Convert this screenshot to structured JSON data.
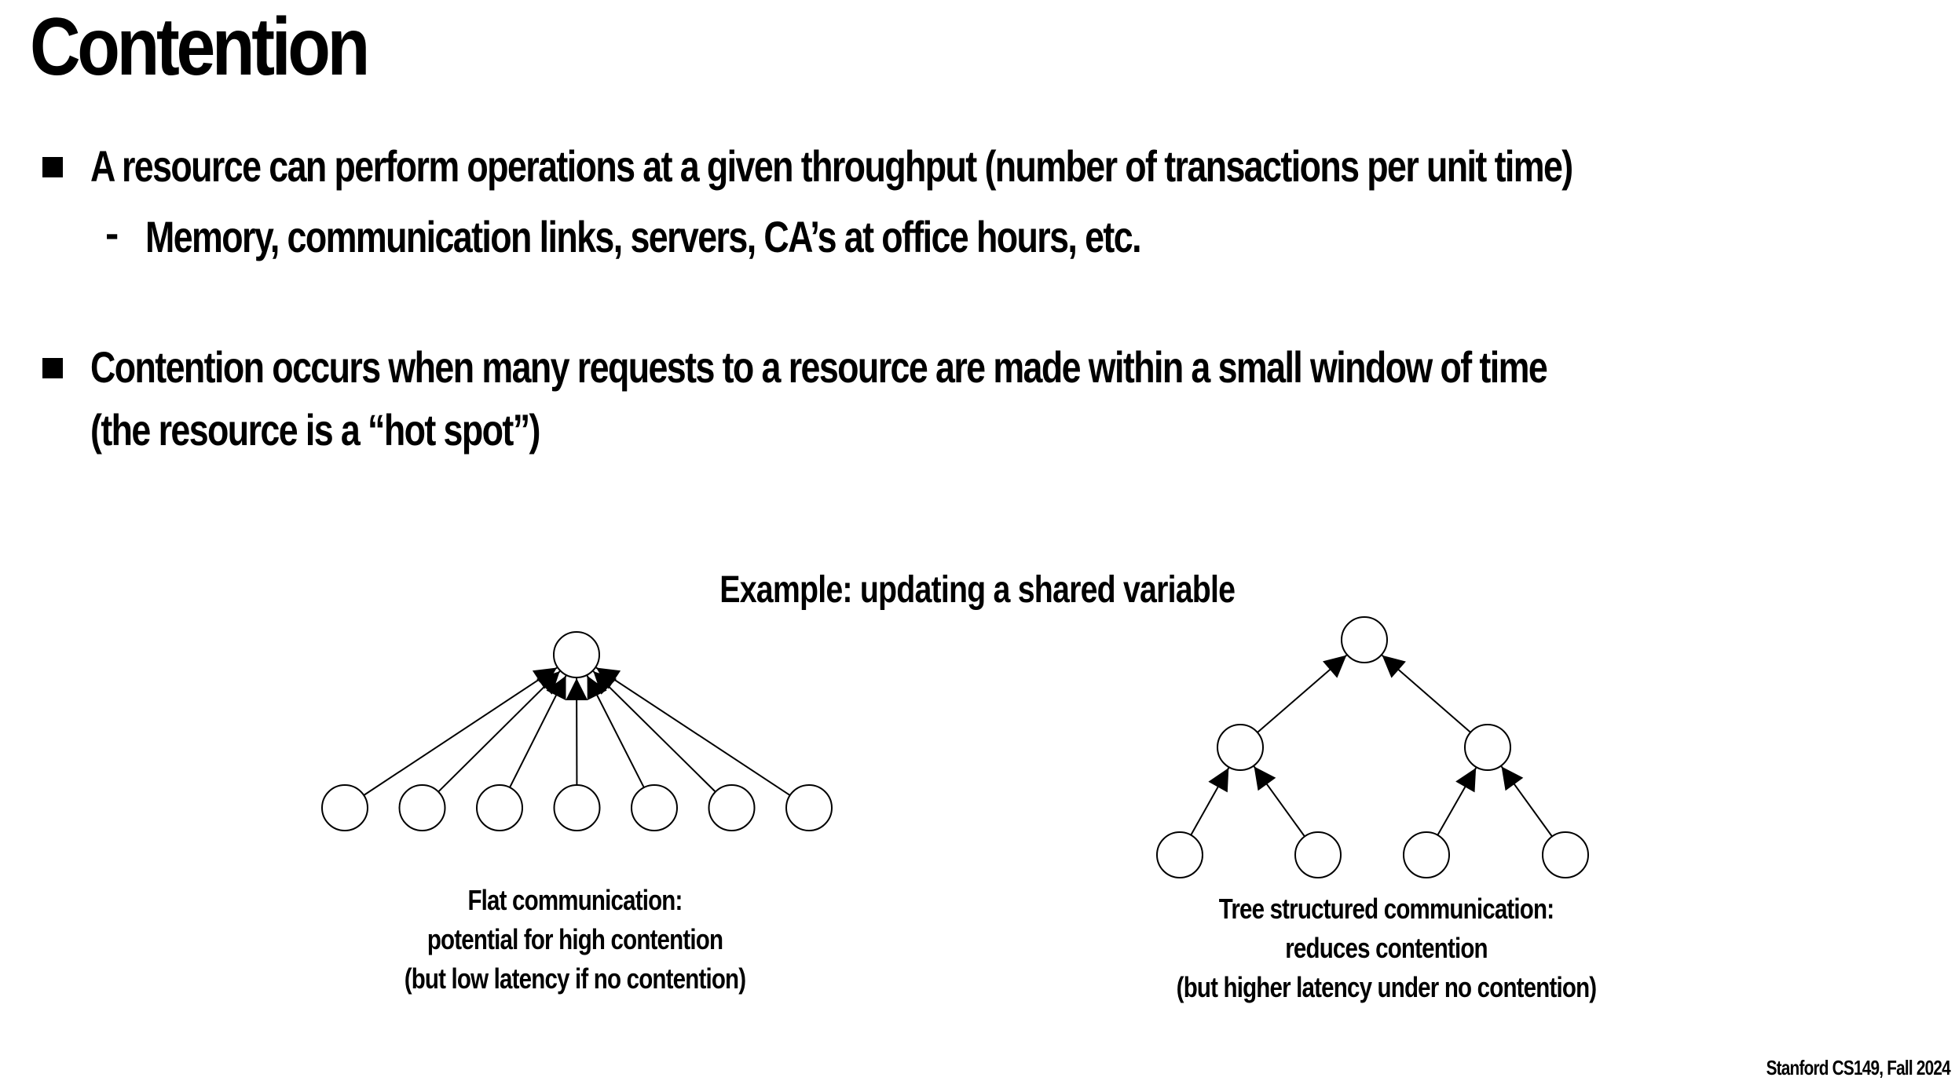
{
  "slide": {
    "title": "Contention",
    "footer": "Stanford CS149, Fall 2024"
  },
  "bullets": [
    {
      "text": "A resource can perform operations at a given throughput (number of transactions per unit time)",
      "subitems": [
        "Memory, communication links, servers, CA’s at office hours, etc."
      ]
    },
    {
      "lines": [
        "Contention occurs when many requests to a resource are made within a small window of time",
        "(the resource is a “hot spot”)"
      ]
    }
  ],
  "example": {
    "title": "Example: updating a shared variable",
    "flat": {
      "leaf_count": 7,
      "caption_lines": [
        "Flat communication:",
        "potential for high contention",
        "(but low latency if no contention)"
      ]
    },
    "tree": {
      "levels": 3,
      "caption_lines": [
        "Tree structured communication:",
        "reduces contention",
        "(but higher latency under no contention)"
      ]
    }
  }
}
